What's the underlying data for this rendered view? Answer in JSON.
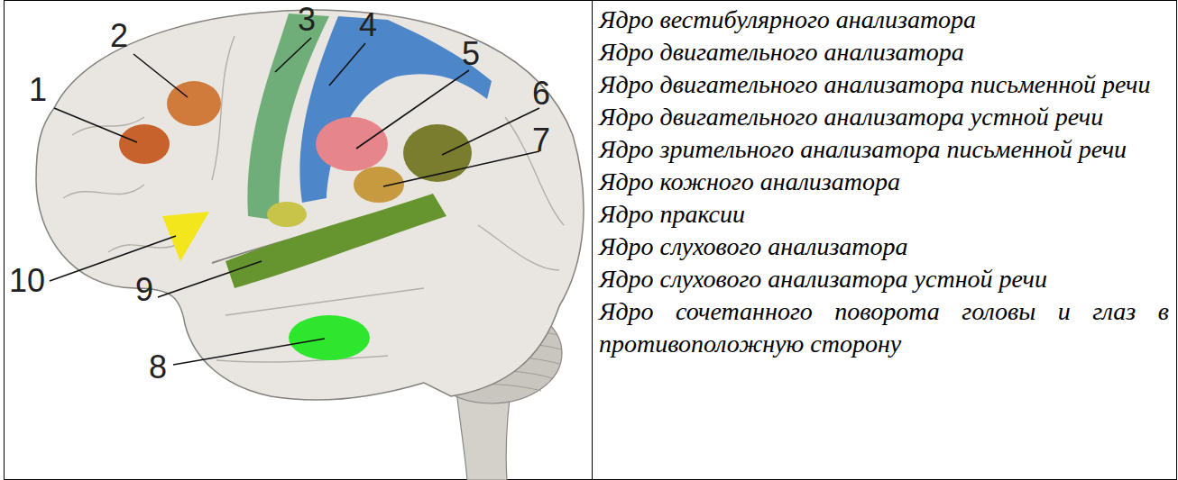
{
  "diagram": {
    "labels": [
      "1",
      "2",
      "3",
      "4",
      "5",
      "6",
      "7",
      "10",
      "9",
      "8",
      "Ядро вестибулярного анализатора",
      "Ядро двигательного анализатора",
      "Ядро двигательного анализатора письменной речи",
      "Ядро двигательного анализатора устной речи",
      "Ядро зрительного анализатора письменной речи",
      "Ядро кожного анализатора",
      "Ядро праксии",
      "Ядро слухового анализатора",
      "Ядро слухового анализатора устной речи",
      "Ядро сочетанного поворота головы и глаз в противоположную сторону"
    ]
  }
}
